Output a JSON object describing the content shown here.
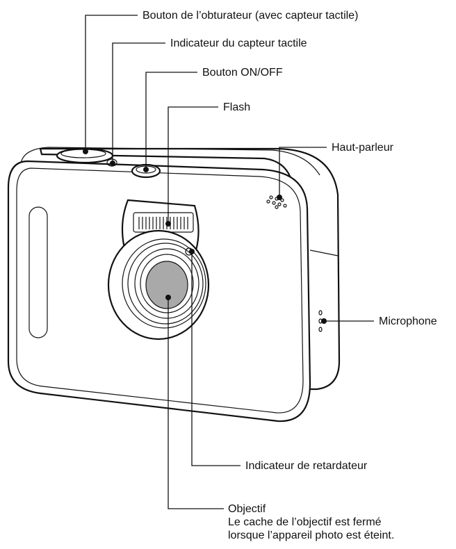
{
  "labels": {
    "shutter": "Bouton de l’obturateur (avec capteur tactile)",
    "touch_indicator": "Indicateur du capteur tactile",
    "power": "Bouton ON/OFF",
    "flash": "Flash",
    "speaker": "Haut-parleur",
    "microphone": "Microphone",
    "self_timer": "Indicateur de retardateur",
    "lens_title": "Objectif",
    "lens_note_1": "Le cache de l’objectif est fermé",
    "lens_note_2": "lorsque l’appareil photo est éteint."
  }
}
